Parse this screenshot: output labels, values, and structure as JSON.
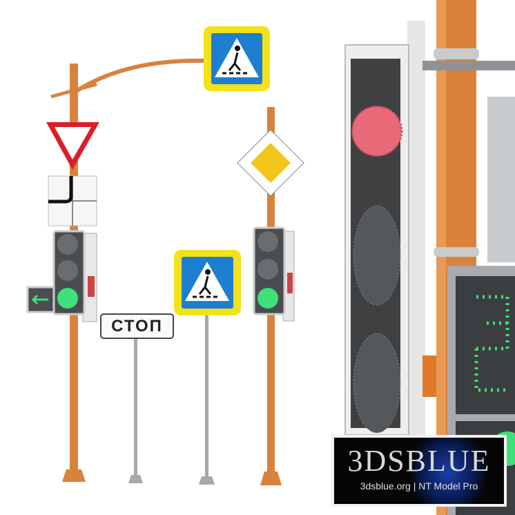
{
  "scene": {
    "stop_sign_text": "СТОП",
    "watermark": {
      "title": "3DSBLUE",
      "subtitle": "3dsblue.org | NT Model Pro"
    },
    "colors": {
      "pole": "#d9823c",
      "sign_blue": "#1e7fd0",
      "sign_yellow": "#f3e21a",
      "yield_red": "#d8202a",
      "green_light": "#3ee07a",
      "red_light": "#e86a78"
    }
  }
}
